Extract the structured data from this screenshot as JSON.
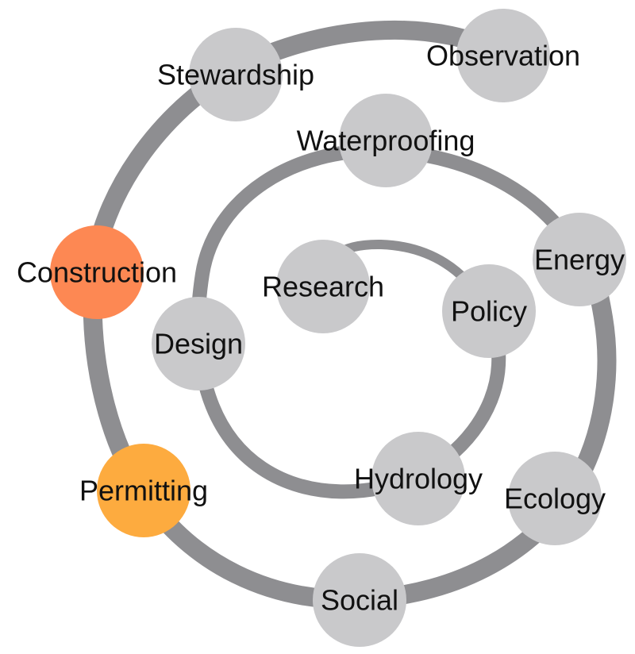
{
  "colors": {
    "background": "#ffffff",
    "spiral": "#8e8e91",
    "node_default": "#c9c9cb",
    "node_construction": "#fd8853",
    "node_permitting": "#fdab3f",
    "label": "#111111"
  },
  "nodes": {
    "observation": {
      "label": "Observation",
      "color": "#c9c9cb"
    },
    "stewardship": {
      "label": "Stewardship",
      "color": "#c9c9cb"
    },
    "waterproofing": {
      "label": "Waterproofing",
      "color": "#c9c9cb"
    },
    "energy": {
      "label": "Energy",
      "color": "#c9c9cb"
    },
    "construction": {
      "label": "Construction",
      "color": "#fd8853"
    },
    "research": {
      "label": "Research",
      "color": "#c9c9cb"
    },
    "policy": {
      "label": "Policy",
      "color": "#c9c9cb"
    },
    "design": {
      "label": "Design",
      "color": "#c9c9cb"
    },
    "hydrology": {
      "label": "Hydrology",
      "color": "#c9c9cb"
    },
    "ecology": {
      "label": "Ecology",
      "color": "#c9c9cb"
    },
    "permitting": {
      "label": "Permitting",
      "color": "#fdab3f"
    },
    "social": {
      "label": "Social",
      "color": "#c9c9cb"
    }
  }
}
